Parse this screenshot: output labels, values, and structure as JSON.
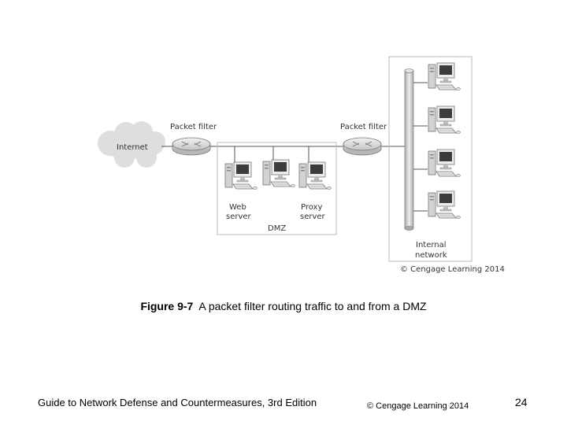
{
  "diagram": {
    "internet_label": "Internet",
    "packet_filter_left_label": "Packet filter",
    "packet_filter_right_label": "Packet filter",
    "web_server_label_line1": "Web",
    "web_server_label_line2": "server",
    "proxy_server_label_line1": "Proxy",
    "proxy_server_label_line2": "server",
    "dmz_label": "DMZ",
    "internal_network_label_line1": "Internal",
    "internal_network_label_line2": "network",
    "image_credit": "© Cengage Learning 2014"
  },
  "caption": {
    "figure_number": "Figure 9-7",
    "text": "A packet filter routing traffic to and from a DMZ"
  },
  "footer": {
    "book_title": "Guide to Network Defense and Countermeasures, 3rd Edition",
    "copyright": "© Cengage Learning  2014",
    "page_number": "24"
  }
}
